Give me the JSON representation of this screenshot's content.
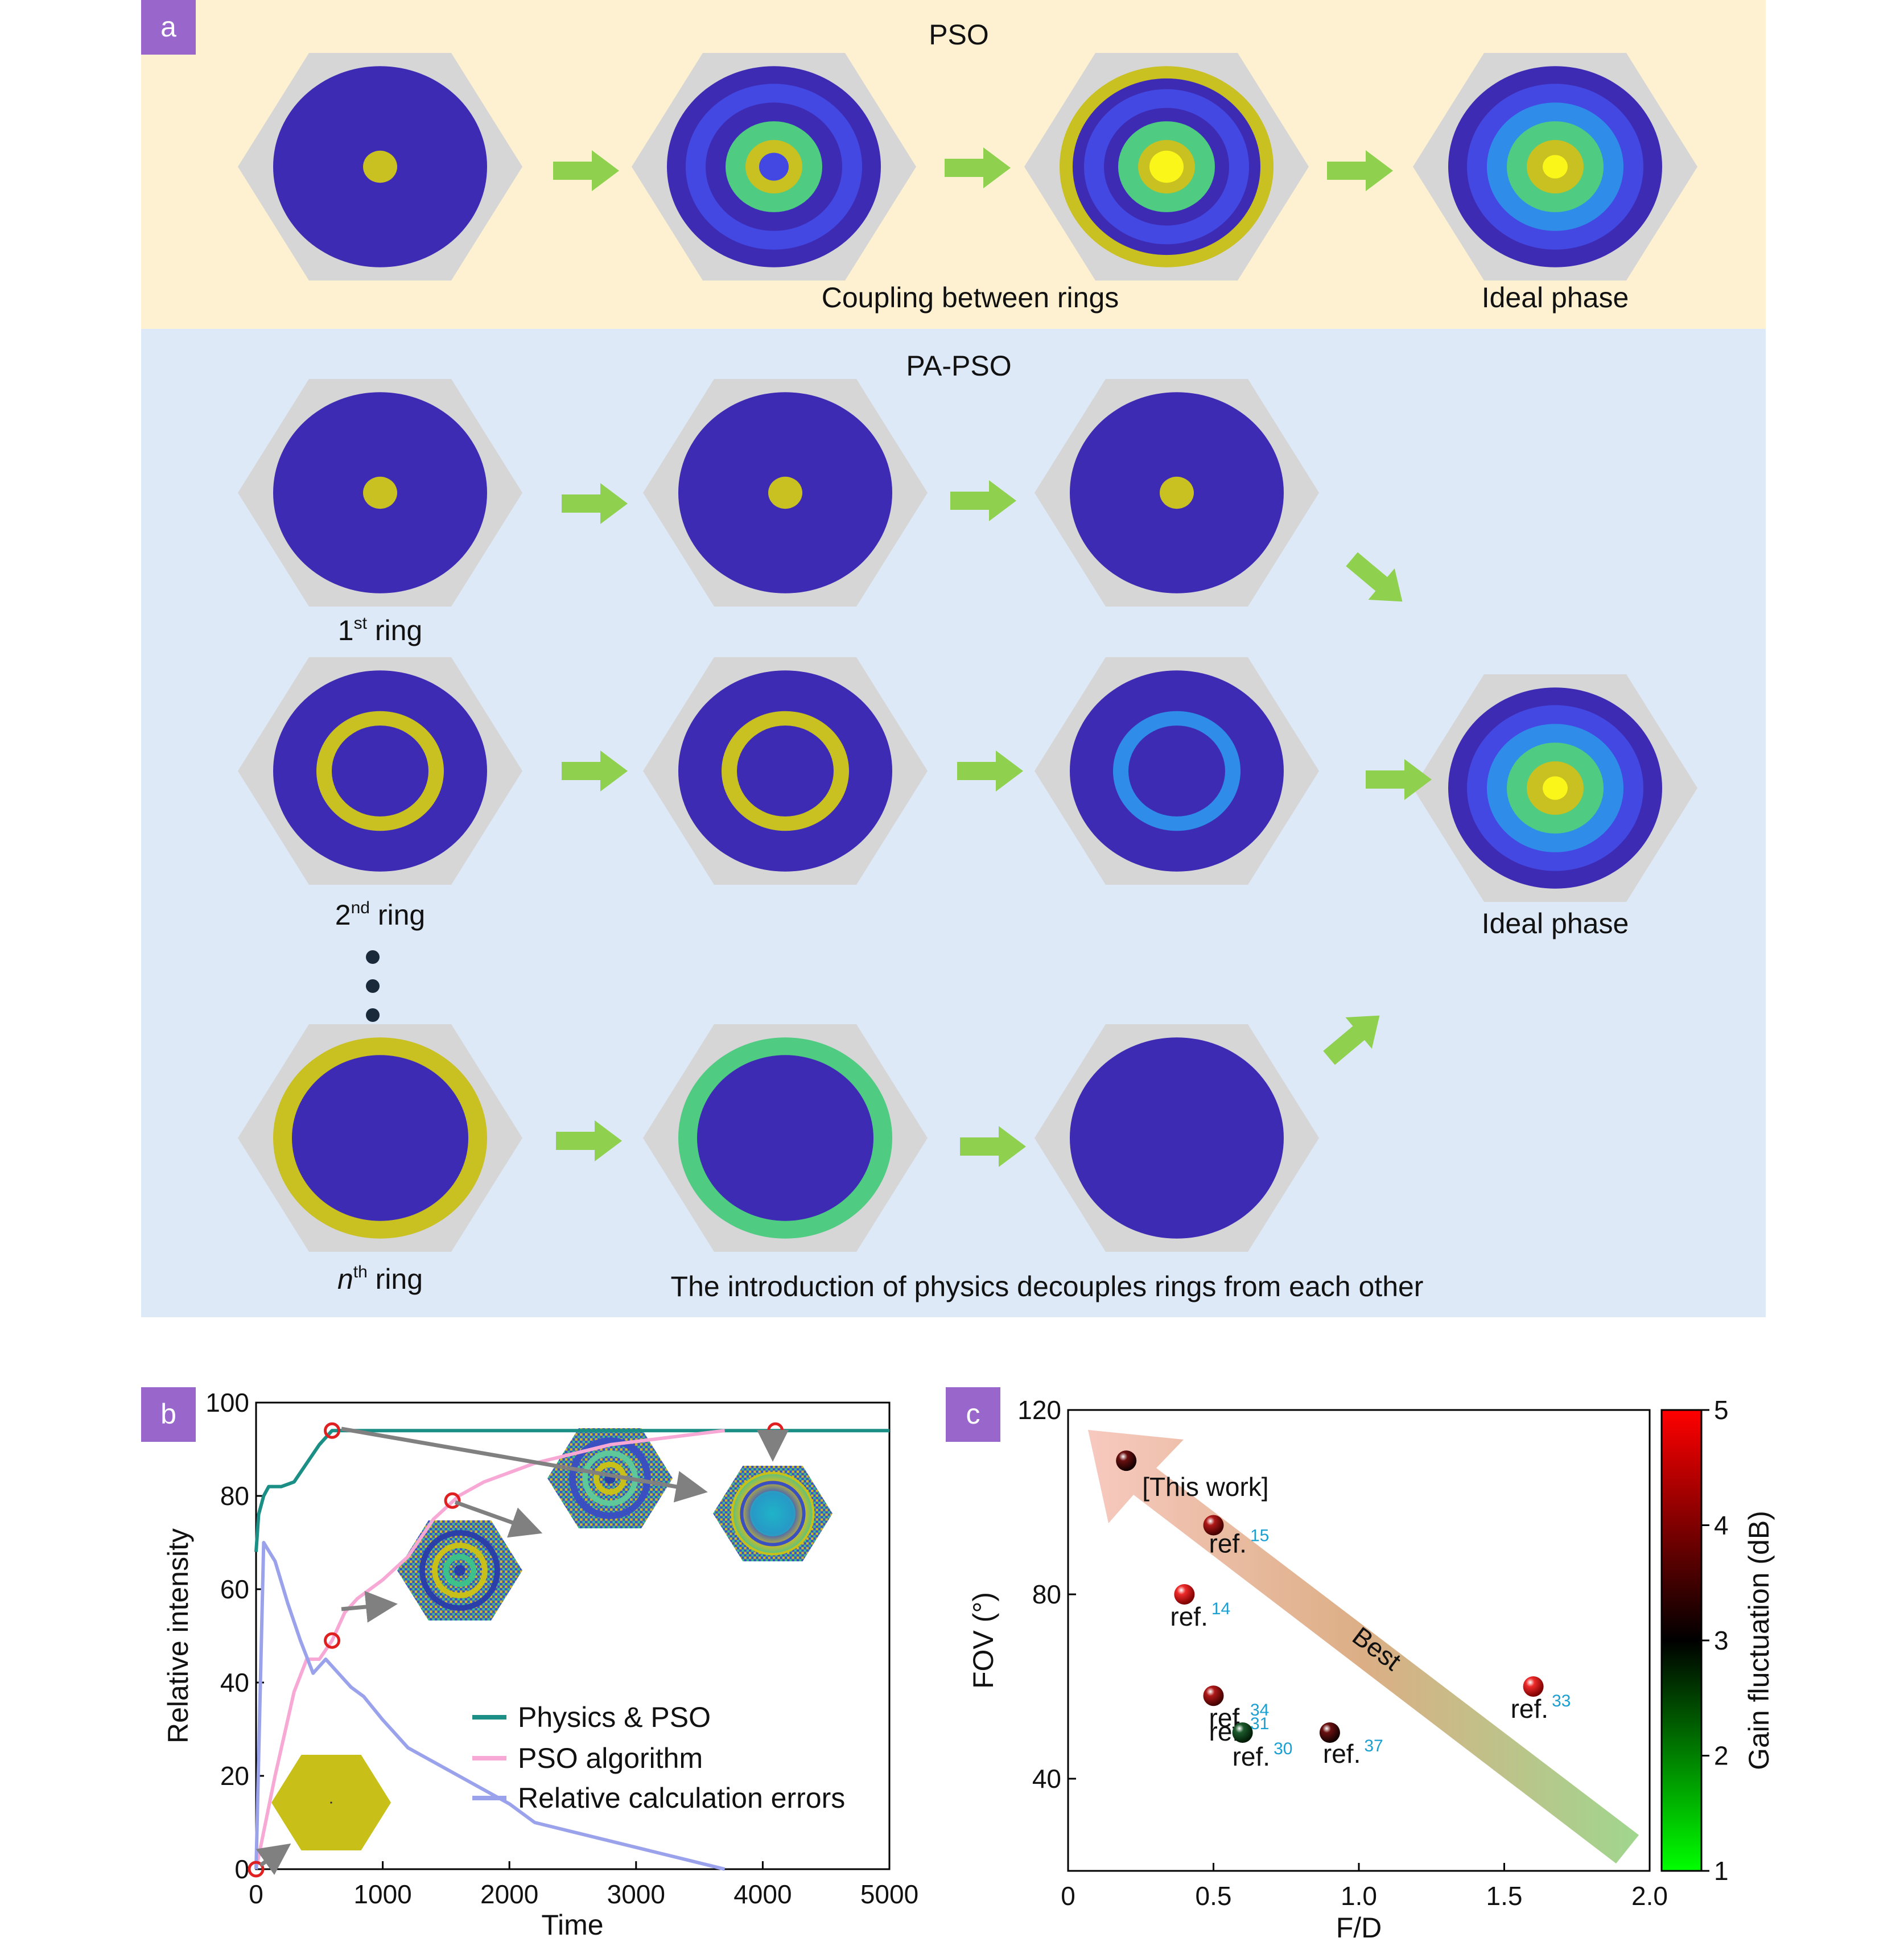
{
  "colors": {
    "pso_band": "#fdf1d2",
    "papso_band": "#dde9f6",
    "panel_tag": "#9966cc",
    "hexagon": "#d6d6d6",
    "phase_outer": "#3e2bb4",
    "ring_blue": "#4348e2",
    "ring_lightblue": "#2f8de9",
    "ring_cyan": "#1ab6d8",
    "ring_green": "#4fcb82",
    "ring_olive": "#c9c021",
    "ring_yellow": "#fbf619",
    "arrow_green": "#8fd14f",
    "line_physics": "#1b8f86",
    "line_pso": "#f7a8d4",
    "line_error": "#9aa2ec",
    "marker_red": "#e02020",
    "inset_arrow": "#808080"
  },
  "panel_a": {
    "tag": "a",
    "pso": {
      "title": "PSO",
      "caption_coupling": "Coupling between rings",
      "caption_ideal": "Ideal phase",
      "icons": [
        "hexagon-phase-icon",
        "arrow-right-icon"
      ]
    },
    "papso": {
      "title": "PA-PSO",
      "ring1_label": "1",
      "ring1_sup": "st",
      "ring1_suffix": " ring",
      "ring2_label": "2",
      "ring2_sup": "nd",
      "ring2_suffix": " ring",
      "ringn_label": "n",
      "ringn_sup": "th",
      "ringn_suffix": " ring",
      "caption_ideal": "Ideal phase",
      "caption_bottom": "The introduction of physics decouples rings from each other"
    }
  },
  "panel_b": {
    "tag": "b",
    "legend": [
      "Physics & PSO",
      "PSO algorithm",
      "Relative calculation errors"
    ],
    "chart_data": {
      "type": "line",
      "xlabel": "Time",
      "ylabel": "Relative intensity",
      "xlim": [
        0,
        5000
      ],
      "ylim": [
        0,
        100
      ],
      "xticks": [
        "0",
        "1000",
        "2000",
        "3000",
        "4000",
        "5000"
      ],
      "yticks": [
        "0",
        "20",
        "40",
        "60",
        "80",
        "100"
      ],
      "series": [
        {
          "name": "Physics & PSO",
          "x": [
            0,
            20,
            60,
            100,
            200,
            300,
            400,
            500,
            600,
            5000
          ],
          "y": [
            68,
            76,
            80,
            82,
            82,
            83,
            87,
            91,
            94,
            94
          ]
        },
        {
          "name": "PSO algorithm",
          "x": [
            0,
            150,
            300,
            400,
            500,
            600,
            700,
            800,
            1000,
            1200,
            1400,
            1600,
            1800,
            2000,
            2200,
            2500,
            2800,
            3100,
            3400,
            3700
          ],
          "y": [
            0,
            20,
            38,
            45,
            45,
            49,
            55,
            58,
            62,
            67,
            75,
            80,
            83,
            85,
            87,
            89,
            91,
            92,
            93,
            94
          ]
        },
        {
          "name": "Relative calculation errors",
          "x": [
            0,
            60,
            150,
            250,
            350,
            450,
            550,
            650,
            750,
            850,
            1000,
            1100,
            1200,
            1400,
            1600,
            1800,
            2000,
            2200,
            2500,
            2800,
            3100,
            3400,
            3700
          ],
          "y": [
            0,
            70,
            66,
            57,
            49,
            42,
            45,
            42,
            39,
            37,
            32,
            29,
            26,
            23,
            20,
            17,
            14,
            10,
            8,
            6,
            4,
            2,
            0
          ]
        }
      ],
      "markers": [
        {
          "x": 0,
          "y": 0
        },
        {
          "x": 600,
          "y": 49
        },
        {
          "x": 1550,
          "y": 79
        },
        {
          "x": 600,
          "y": 94
        },
        {
          "x": 4100,
          "y": 94
        }
      ]
    }
  },
  "panel_c": {
    "tag": "c",
    "best_label": "Best",
    "colorbar_label": "Gain fluctuation (dB)",
    "colorbar_ticks": [
      "1",
      "2",
      "3",
      "4",
      "5"
    ],
    "chart_data": {
      "type": "scatter",
      "xlabel": "F/D",
      "ylabel": "FOV (°)",
      "xlim": [
        0,
        2.0
      ],
      "ylim": [
        20,
        120
      ],
      "xticks": [
        "0",
        "0.5",
        "1.0",
        "1.5",
        "2.0"
      ],
      "yticks": [
        "40",
        "80",
        "120"
      ],
      "colorbar_range": [
        1,
        5
      ],
      "points": [
        {
          "label": "[This work]",
          "ref": "",
          "x": 0.2,
          "y": 109,
          "gain_fluctuation": 3.5
        },
        {
          "label": "ref.",
          "ref": "15",
          "x": 0.5,
          "y": 95,
          "gain_fluctuation": 4.2
        },
        {
          "label": "ref.",
          "ref": "14",
          "x": 0.4,
          "y": 80,
          "gain_fluctuation": 4.8
        },
        {
          "label": "ref.",
          "ref": "31",
          "x": 0.5,
          "y": 60,
          "gain_fluctuation": 4.5
        },
        {
          "label": "ref.",
          "ref": "34",
          "x": 0.5,
          "y": 58,
          "gain_fluctuation": 4.3
        },
        {
          "label": "ref.",
          "ref": "30",
          "x": 0.6,
          "y": 50,
          "gain_fluctuation": 2.5
        },
        {
          "label": "ref.",
          "ref": "37",
          "x": 0.9,
          "y": 50,
          "gain_fluctuation": 3.2
        },
        {
          "label": "ref.",
          "ref": "33",
          "x": 1.6,
          "y": 60,
          "gain_fluctuation": 4.8
        }
      ]
    }
  }
}
